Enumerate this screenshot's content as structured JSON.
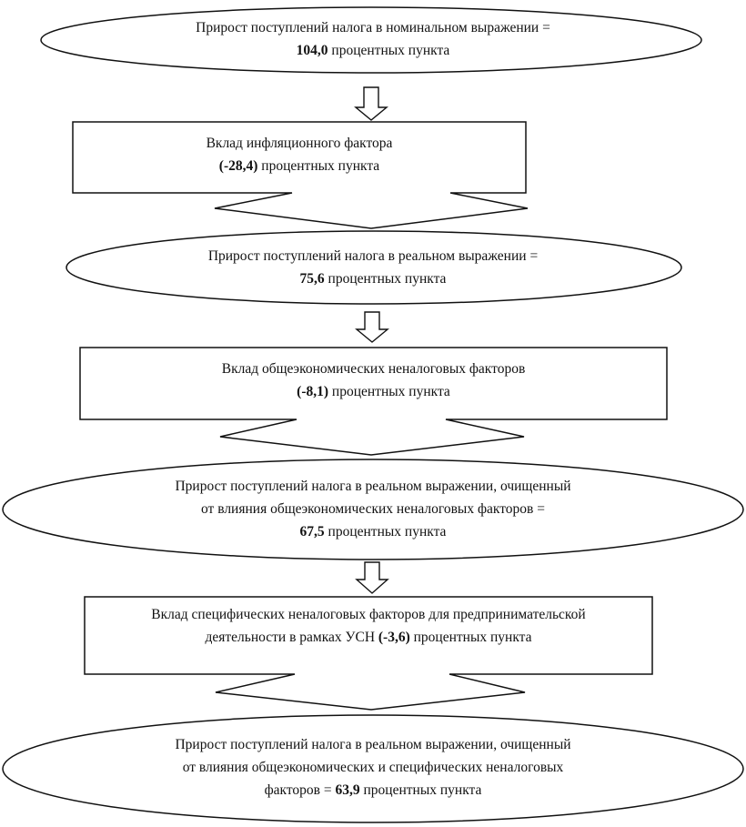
{
  "colors": {
    "stroke": "#111111",
    "fill": "#ffffff",
    "text": "#111111"
  },
  "nodes": [
    {
      "shape": "ellipse",
      "lines": [
        {
          "pre": "Прирост поступлений налога в номинальном выражении =",
          "bold": "",
          "post": ""
        },
        {
          "pre": "",
          "bold": "104,0",
          "post": " процентных пункта"
        }
      ]
    },
    {
      "shape": "box",
      "lines": [
        {
          "pre": "Вклад инфляционного фактора",
          "bold": "",
          "post": ""
        },
        {
          "pre": "",
          "bold": "(-28,4)",
          "post": " процентных пункта"
        }
      ]
    },
    {
      "shape": "ellipse",
      "lines": [
        {
          "pre": "Прирост поступлений налога в реальном выражении =",
          "bold": "",
          "post": ""
        },
        {
          "pre": "",
          "bold": "75,6",
          "post": " процентных пункта"
        }
      ]
    },
    {
      "shape": "box",
      "lines": [
        {
          "pre": "Вклад общеэкономических неналоговых факторов",
          "bold": "",
          "post": ""
        },
        {
          "pre": "",
          "bold": "(-8,1)",
          "post": " процентных пункта"
        }
      ]
    },
    {
      "shape": "ellipse",
      "lines": [
        {
          "pre": "Прирост поступлений налога в реальном выражении, очищенный",
          "bold": "",
          "post": ""
        },
        {
          "pre": "от влияния общеэкономических неналоговых факторов =",
          "bold": "",
          "post": ""
        },
        {
          "pre": "",
          "bold": "67,5",
          "post": " процентных пункта"
        }
      ]
    },
    {
      "shape": "box",
      "lines": [
        {
          "pre": "Вклад специфических неналоговых факторов для предпринимательской",
          "bold": "",
          "post": ""
        },
        {
          "pre": "деятельности в рамках УСН ",
          "bold": "(-3,6)",
          "post": " процентных пункта"
        }
      ]
    },
    {
      "shape": "ellipse",
      "lines": [
        {
          "pre": "Прирост поступлений налога в реальном выражении, очищенный",
          "bold": "",
          "post": ""
        },
        {
          "pre": "от влияния общеэкономических и специфических неналоговых",
          "bold": "",
          "post": ""
        },
        {
          "pre": "факторов = ",
          "bold": "63,9",
          "post": " процентных пункта"
        }
      ]
    }
  ]
}
